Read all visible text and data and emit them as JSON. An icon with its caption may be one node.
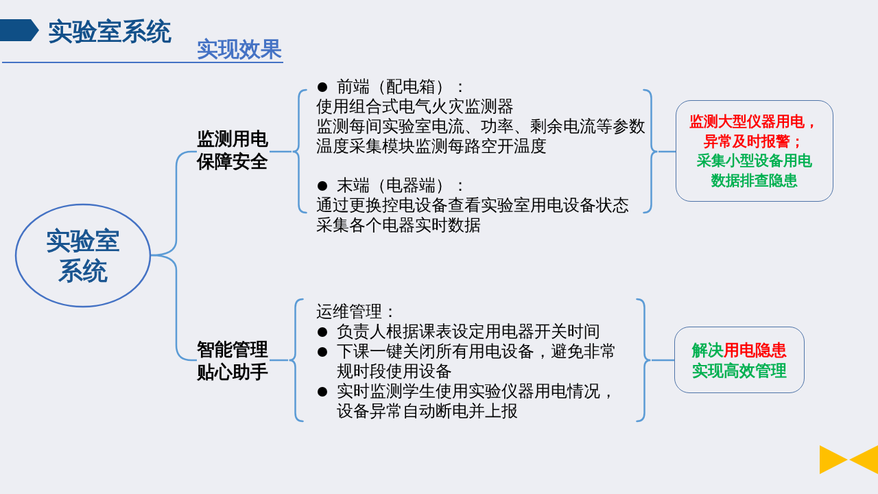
{
  "diagram": {
    "title": "实验室系统",
    "nodes": [
      {
        "text": [
          "实验室系统"
        ]
      },
      {
        "text": [
          "监测用电保障安全"
        ]
      },
      {
        "text": [
          "智能管理贴心助手"
        ]
      },
      {
        "text": [
          "前端（配电箱）：",
          "使用组合式电气火灾监测器",
          "监测每间实验室电流、功率、剩余电流等参数",
          "温度采集模块监测每路空开温度",
          "末端（电器端）：",
          "通过更换控电设备查看实验室用电设备状态",
          "采集各个电器实时数据"
        ]
      },
      {
        "text": [
          "运维管理：",
          "负责人根据课表设定用电器开关时间",
          "下课一键关闭所有用电设备，避免非常规时段使用设备",
          "实时监测学生使用实验仪器用电情况，设备异常自动断电并上报"
        ]
      },
      {
        "text": [
          "监测大型仪器用电，异常及时报警；",
          "采集小型设备用电数据排查隐患"
        ]
      },
      {
        "text": [
          "解决**用电隐患**实现高效管理"
        ]
      }
    ],
    "edges": [
      {
        "from": 0,
        "to": 1,
        "arrow": "none"
      },
      {
        "from": 0,
        "to": 2,
        "arrow": "none"
      },
      {
        "from": 1,
        "to": 3,
        "arrow": "none"
      },
      {
        "from": 2,
        "to": 4,
        "arrow": "none"
      },
      {
        "from": 3,
        "to": 5,
        "arrow": "none"
      },
      {
        "from": 4,
        "to": 6,
        "arrow": "none"
      }
    ],
    "labels": [
      "实现效果"
    ]
  }
}
